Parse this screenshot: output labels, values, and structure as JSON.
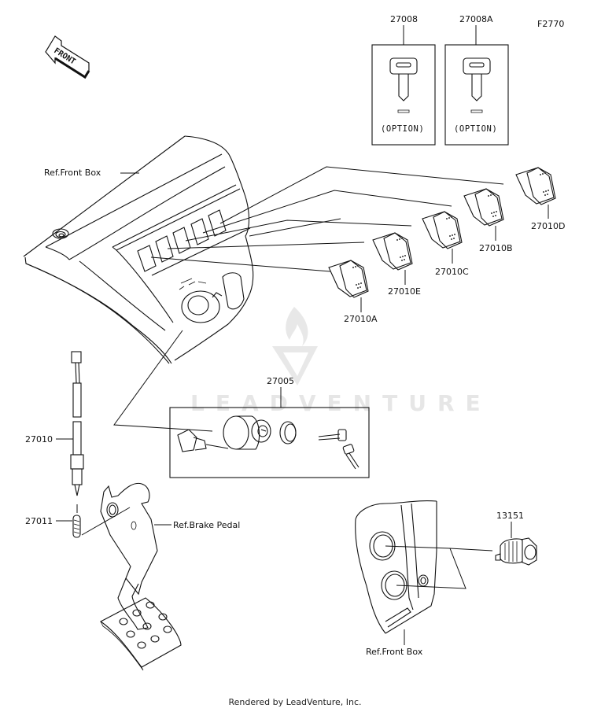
{
  "figure_code": "F2770",
  "front_arrow_label": "FRONT",
  "keys": [
    {
      "part_no": "27008",
      "note": "(OPTION)"
    },
    {
      "part_no": "27008A",
      "note": "(OPTION)"
    }
  ],
  "rocker_switches": [
    {
      "part_no": "27010A"
    },
    {
      "part_no": "27010E"
    },
    {
      "part_no": "27010C"
    },
    {
      "part_no": "27010B"
    },
    {
      "part_no": "27010D"
    }
  ],
  "ignition_switch": {
    "part_no": "27005"
  },
  "brake_switch": {
    "part_no": "27010"
  },
  "spring": {
    "part_no": "27011"
  },
  "socket": {
    "part_no": "13151"
  },
  "references": {
    "front_box_top": "Ref.Front Box",
    "brake_pedal": "Ref.Brake Pedal",
    "front_box_bottom": "Ref.Front Box"
  },
  "watermark": "LEADVENTURE",
  "footer": "Rendered by LeadVenture, Inc."
}
